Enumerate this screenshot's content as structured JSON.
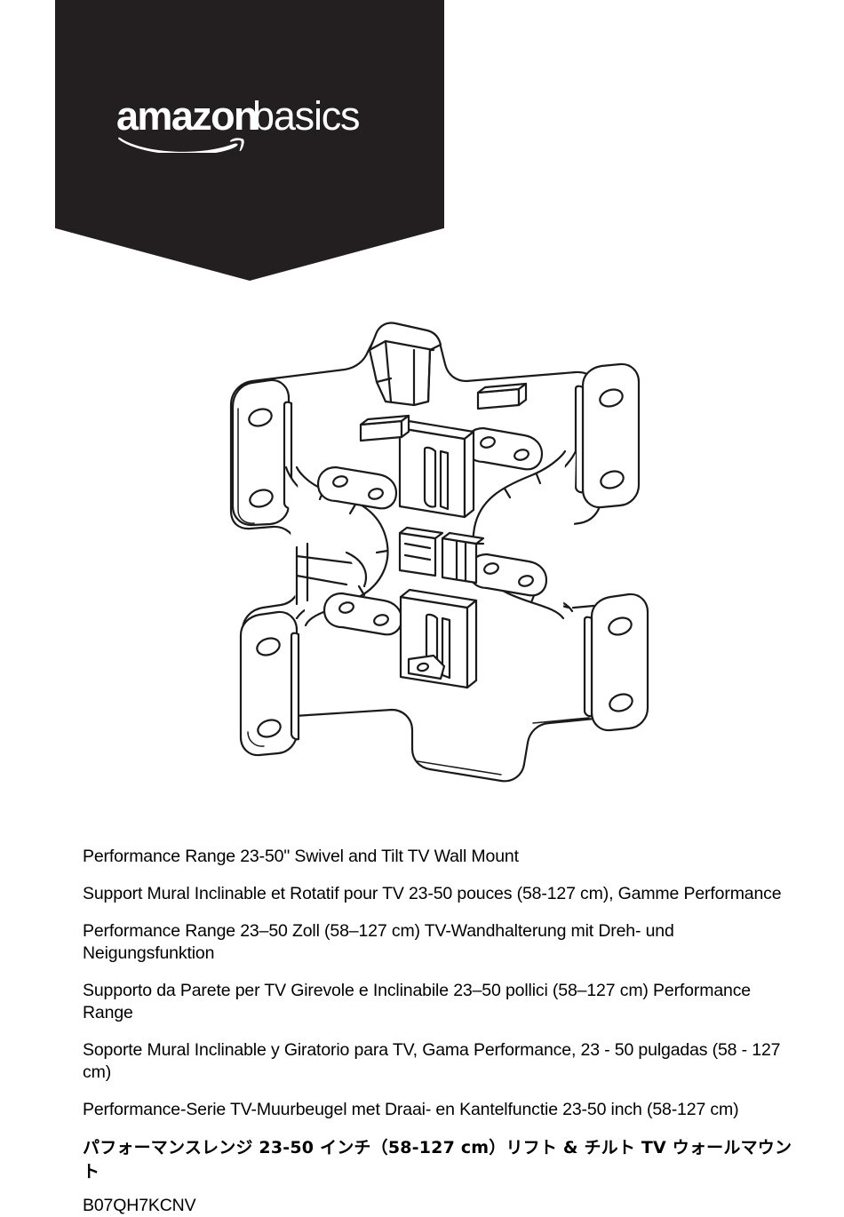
{
  "brand": {
    "logo_text_bold": "amazon",
    "logo_text_regular": "basics",
    "logo_full": "amazonbasics",
    "banner_color": "#231f20",
    "logo_color": "#ffffff",
    "smile_icon_name": "amazon-smile-swoosh"
  },
  "illustration": {
    "alt": "Line drawing of swivel and tilt TV wall mount bracket",
    "stroke_color": "#1a1a1a",
    "fill_color": "#ffffff"
  },
  "titles": {
    "en": "Performance Range 23-50\" Swivel and Tilt TV Wall Mount",
    "fr": "Support Mural Inclinable et Rotatif pour TV 23-50 pouces (58-127 cm), Gamme Performance",
    "de": "Performance Range 23–50 Zoll (58–127 cm) TV-Wandhalterung mit Dreh- und Neigungsfunktion",
    "it": "Supporto da Parete per TV Girevole e Inclinabile 23–50 pollici (58–127 cm) Performance Range",
    "es": "Soporte Mural Inclinable y Giratorio para TV, Gama Performance, 23 - 50 pulgadas (58 - 127 cm)",
    "nl": "Performance-Serie TV-Muurbeugel met Draai- en Kantelfunctie 23-50 inch (58-127 cm)",
    "ja": "パフォーマンスレンジ 23-50 インチ（58-127 cm）リフト & チルト TV ウォールマウント",
    "model_number": "B07QH7KCNV"
  }
}
